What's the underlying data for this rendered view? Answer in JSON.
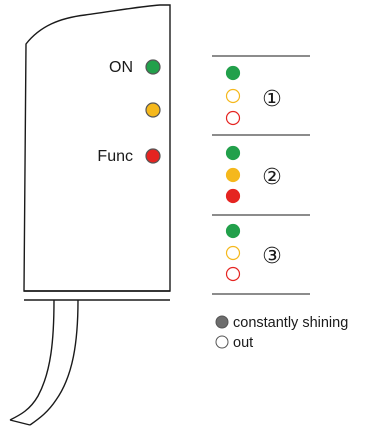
{
  "device": {
    "leds": [
      {
        "label": "ON",
        "color": "#22a04b",
        "lit": true
      },
      {
        "label": "",
        "color": "#f5b81c",
        "lit": true
      },
      {
        "label": "Func",
        "color": "#e52421",
        "lit": true
      }
    ]
  },
  "states": [
    {
      "number": "①",
      "leds": [
        {
          "color": "#22a04b",
          "lit": true
        },
        {
          "color": "#f5b81c",
          "lit": false
        },
        {
          "color": "#e52421",
          "lit": false
        }
      ]
    },
    {
      "number": "②",
      "leds": [
        {
          "color": "#22a04b",
          "lit": true
        },
        {
          "color": "#f5b81c",
          "lit": true
        },
        {
          "color": "#e52421",
          "lit": true
        }
      ]
    },
    {
      "number": "③",
      "leds": [
        {
          "color": "#22a04b",
          "lit": true
        },
        {
          "color": "#f5b81c",
          "lit": false
        },
        {
          "color": "#e52421",
          "lit": false
        }
      ]
    }
  ],
  "legend": {
    "on_label": "constantly shining",
    "off_label": "out",
    "on_color": "#6d6d6d"
  }
}
